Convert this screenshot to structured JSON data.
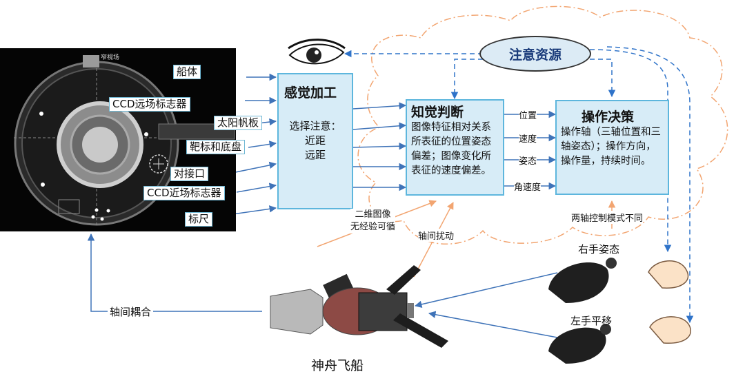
{
  "camera": {
    "top_text": "窄视场",
    "labels": [
      "船体",
      "CCD远场标志器",
      "太阳帆板",
      "靶标和底盘",
      "对接口",
      "CCD近场标志器",
      "标尺"
    ]
  },
  "attention": {
    "label": "注意资源"
  },
  "perception": {
    "title": "感觉加工",
    "body": [
      "选择注意：",
      "近距",
      "远距"
    ]
  },
  "cognition": {
    "title": "知觉判断",
    "body": "图像特征相对关系所表征的位置姿态偏差；图像变化所表征的速度偏差。"
  },
  "decision": {
    "title": "操作决策",
    "body": "操作轴（三轴位置和三轴姿态）；操作方向，操作量，持续时间。"
  },
  "link_labels": [
    "位置",
    "速度",
    "姿态",
    "角速度"
  ],
  "annotations": {
    "image_note": [
      "二维图像",
      "无经验可循"
    ],
    "axis_disturbance": "轴间扰动",
    "control_modes": "两轴控制模式不同",
    "right_hand": "右手姿态",
    "left_hand": "左手平移",
    "axis_coupling": "轴间耦合",
    "spacecraft": "神舟飞船"
  },
  "colors": {
    "box_fill": "#d7ecf7",
    "box_border": "#5db6dd",
    "arrow_blue": "#3f73b8",
    "dashed_blue": "#2f73c9",
    "cloud_orange": "#f2a571",
    "attention_fill": "#dcebf5"
  }
}
